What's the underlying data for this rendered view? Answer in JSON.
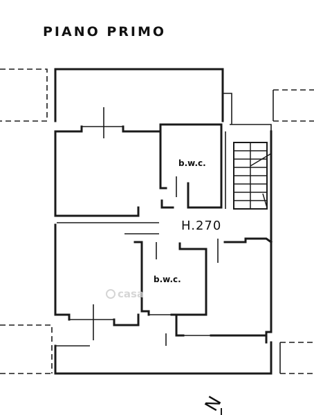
{
  "plan": {
    "title": "PIANO PRIMO",
    "rooms": [
      {
        "id": "bathroom-upper",
        "label": "b.w.c."
      },
      {
        "id": "bathroom-lower",
        "label": "b.w.c."
      }
    ],
    "height_label": "H.270",
    "watermark": "casa",
    "north_mark": "N"
  }
}
